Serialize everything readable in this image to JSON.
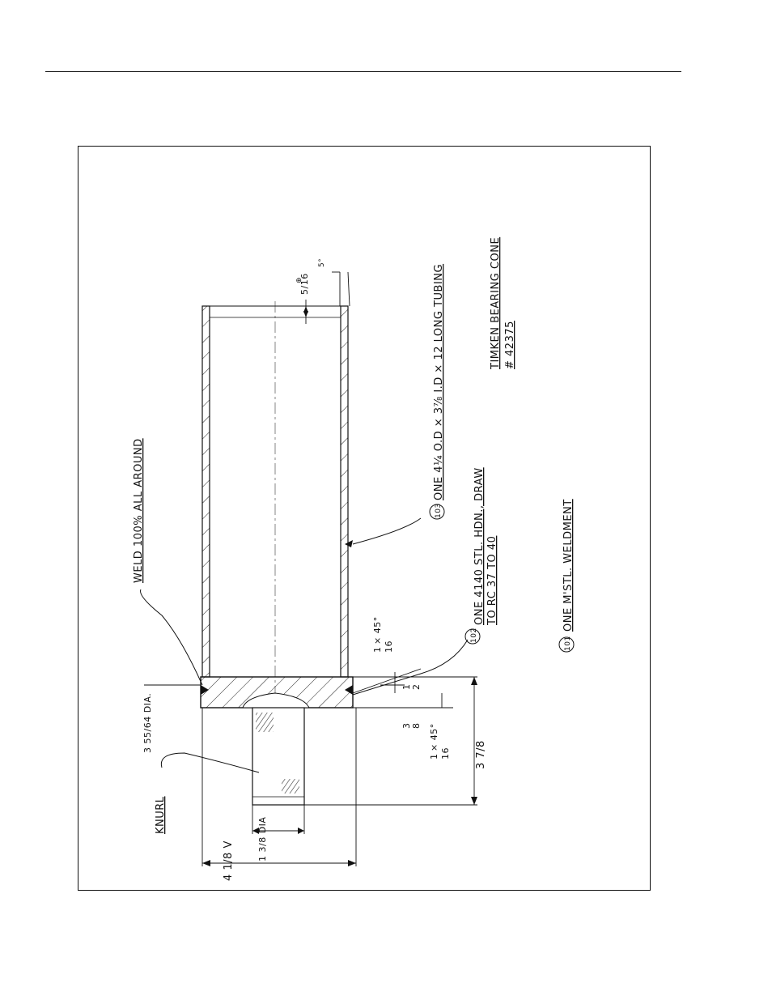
{
  "drawing": {
    "notes": {
      "weld": "WELD 100% ALL AROUND",
      "tubing": "ONE 4¼ O.D × 3⅞ I.D × 12 LONG TUBING",
      "tubing_ref": "103",
      "plug_line1": "ONE 4140 STL. HDN., DRAW",
      "plug_line2": "TO RC 37 TO 40",
      "plug_ref": "102",
      "weldment": "ONE M'STL. WELDMENT",
      "weldment_ref": "101",
      "bearing_line1": "TIMKEN BEARING CONE",
      "bearing_line2": "# 42375",
      "knurl": "KNURL"
    },
    "dimensions": {
      "wall": "5/16",
      "wall_sym": "⊕",
      "angle": "5°",
      "chamfer_top_num": "1",
      "chamfer_top_x": "× 45°",
      "chamfer_top_den": "16",
      "half_num": "1",
      "half_den": "2",
      "three_eighths_num": "3",
      "three_eighths_den": "8",
      "chamfer_bot_num": "1",
      "chamfer_bot_x": "× 45°",
      "chamfer_bot_den": "16",
      "overall_len": "3 7/8",
      "shaft_dia": "1 3/8 DIA",
      "plug_dia": "3 55/64 DIA.",
      "plug_len": "4 1/8 V"
    }
  }
}
